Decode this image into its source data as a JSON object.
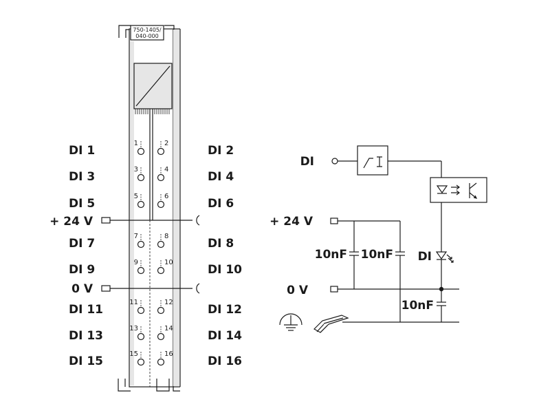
{
  "module": {
    "part_number_line1": "750-1405/",
    "part_number_line2": "040-000"
  },
  "channels": {
    "left_labels": [
      "DI 1",
      "DI 3",
      "DI 5",
      "DI 7",
      "DI 9",
      "DI 11",
      "DI 13",
      "DI 15"
    ],
    "right_labels": [
      "DI 2",
      "DI 4",
      "DI 6",
      "DI 8",
      "DI 10",
      "DI 12",
      "DI 14",
      "DI 16"
    ],
    "left_numbers": [
      "1",
      "3",
      "5",
      "7",
      "9",
      "11",
      "13",
      "15"
    ],
    "right_numbers": [
      "2",
      "4",
      "6",
      "8",
      "10",
      "12",
      "14",
      "16"
    ]
  },
  "power": {
    "plus24v": "+ 24 V",
    "zero_v": "0 V"
  },
  "schematic": {
    "di_input": "DI",
    "plus24v": "+ 24 V",
    "zero_v": "0 V",
    "cap1": "10nF",
    "cap2": "10nF",
    "cap3": "10nF",
    "led_label": "DI"
  },
  "icons": [
    "ground-icon",
    "din-rail-icon",
    "led-icon",
    "optocoupler-icon",
    "filter-icon"
  ]
}
